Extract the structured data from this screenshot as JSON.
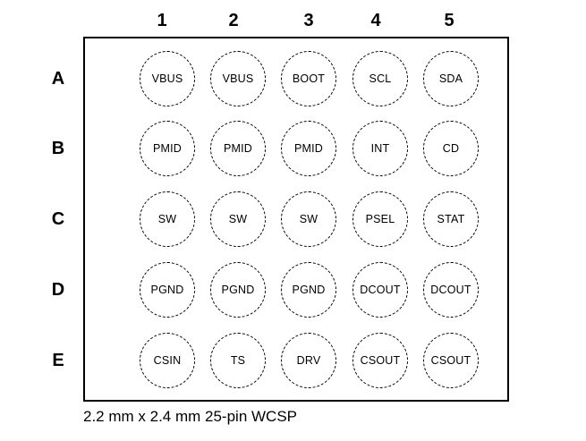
{
  "columns": [
    "1",
    "2",
    "3",
    "4",
    "5"
  ],
  "rows": [
    {
      "label": "A",
      "pins": [
        "VBUS",
        "VBUS",
        "BOOT",
        "SCL",
        "SDA"
      ]
    },
    {
      "label": "B",
      "pins": [
        "PMID",
        "PMID",
        "PMID",
        "INT",
        "CD"
      ]
    },
    {
      "label": "C",
      "pins": [
        "SW",
        "SW",
        "SW",
        "PSEL",
        "STAT"
      ]
    },
    {
      "label": "D",
      "pins": [
        "PGND",
        "PGND",
        "PGND",
        "DCOUT",
        "DCOUT"
      ]
    },
    {
      "label": "E",
      "pins": [
        "CSIN",
        "TS",
        "DRV",
        "CSOUT",
        "CSOUT"
      ]
    }
  ],
  "caption": "2.2 mm x 2.4 mm 25-pin WCSP"
}
